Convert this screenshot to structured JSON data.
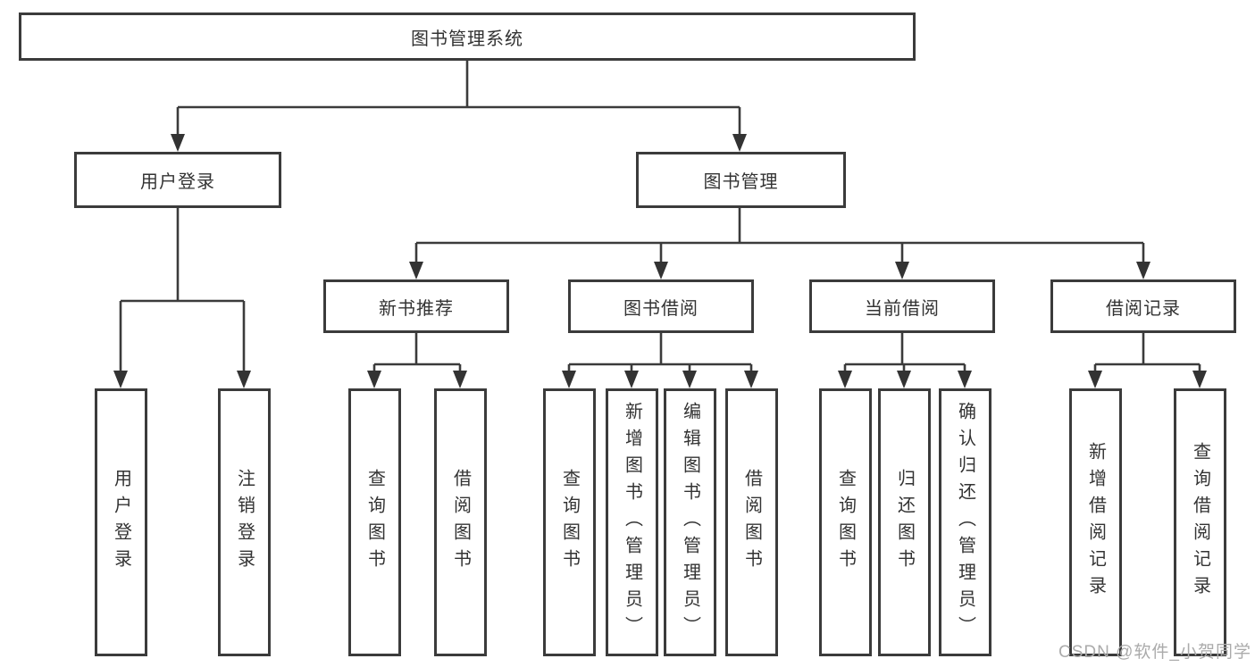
{
  "diagram_title": "图书管理系统",
  "nodes": {
    "root": {
      "label": "图书管理系统"
    },
    "user_login": {
      "label": "用户登录"
    },
    "book_mgmt": {
      "label": "图书管理"
    },
    "new_book_rec": {
      "label": "新书推荐"
    },
    "book_borrow": {
      "label": "图书借阅"
    },
    "current_borrow": {
      "label": "当前借阅"
    },
    "borrow_record": {
      "label": "借阅记录"
    },
    "ul_user_login": {
      "label": "用户登录"
    },
    "ul_logout": {
      "label": "注销登录"
    },
    "nb_query": {
      "label": "查询图书"
    },
    "nb_borrow": {
      "label": "借阅图书"
    },
    "bb_query": {
      "label": "查询图书"
    },
    "bb_add": {
      "label": "新增图书（管理员）"
    },
    "bb_edit": {
      "label": "编辑图书（管理员）"
    },
    "bb_borrow": {
      "label": "借阅图书"
    },
    "cb_query": {
      "label": "查询图书"
    },
    "cb_return": {
      "label": "归还图书"
    },
    "cb_confirm": {
      "label": "确认归还（管理员）"
    },
    "br_add": {
      "label": "新增借阅记录"
    },
    "br_query": {
      "label": "查询借阅记录"
    }
  },
  "edges": [
    [
      "root",
      "user_login"
    ],
    [
      "root",
      "book_mgmt"
    ],
    [
      "user_login",
      "ul_user_login"
    ],
    [
      "user_login",
      "ul_logout"
    ],
    [
      "book_mgmt",
      "new_book_rec"
    ],
    [
      "book_mgmt",
      "book_borrow"
    ],
    [
      "book_mgmt",
      "current_borrow"
    ],
    [
      "book_mgmt",
      "borrow_record"
    ],
    [
      "new_book_rec",
      "nb_query"
    ],
    [
      "new_book_rec",
      "nb_borrow"
    ],
    [
      "book_borrow",
      "bb_query"
    ],
    [
      "book_borrow",
      "bb_add"
    ],
    [
      "book_borrow",
      "bb_edit"
    ],
    [
      "book_borrow",
      "bb_borrow"
    ],
    [
      "current_borrow",
      "cb_query"
    ],
    [
      "current_borrow",
      "cb_return"
    ],
    [
      "current_borrow",
      "cb_confirm"
    ],
    [
      "borrow_record",
      "br_add"
    ],
    [
      "borrow_record",
      "br_query"
    ]
  ],
  "watermark": {
    "text": "CSDN @软件_小贺同学"
  },
  "colors": {
    "line": "#3b3b3b",
    "box_border": "#3b3b3b",
    "box_bg": "#ffffff",
    "text": "#333333",
    "watermark": "#ababab"
  }
}
